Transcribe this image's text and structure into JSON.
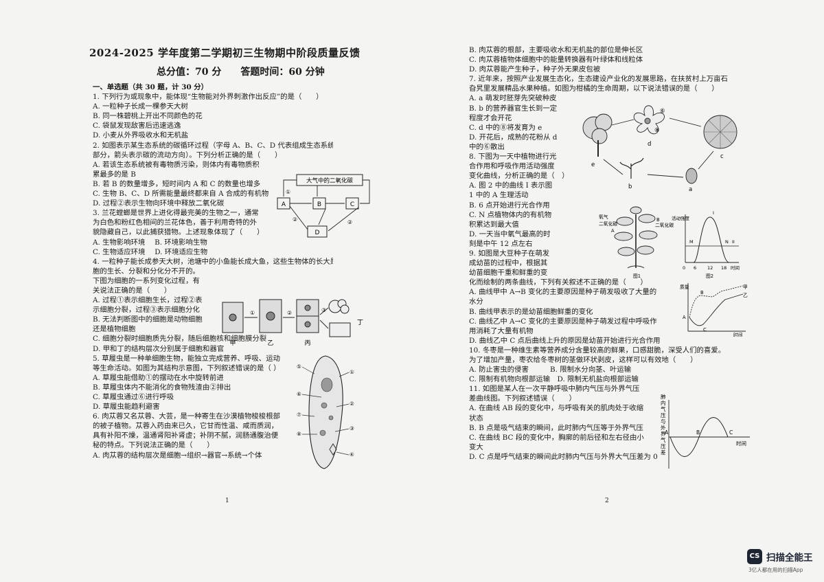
{
  "page1": {
    "title": "2024-2025 学年度第二学期初三生物期中阶段质量反馈",
    "subtitle": "总分值：70 分　　答题时间：60 分钟",
    "lines": [
      {
        "t": "一、单选题（共 30 题，计 30 分）",
        "s": 1
      },
      {
        "t": "1. 下列行为或现象中，能体现“生物能对外界刺激作出反应”的是（　　）"
      },
      {
        "t": "A. 一粒种子长成一棵参天大树"
      },
      {
        "t": "B. 同一株碧桃上开出不同颜色的花"
      },
      {
        "t": "C. 袋鼠发现敌害后迅速逃逸"
      },
      {
        "t": "D. 小麦从外界吸收水和无机盐"
      },
      {
        "t": "2. 如图表示某生态系统的碳循环过程（字母 A、B、C、D 代表组成生态系统的生物"
      },
      {
        "t": "部分，箭头表示碳的流动方向）。下列分析正确的是（　　）"
      },
      {
        "t": "A. 若该生态系统被有毒物质污染，则体内有毒物质积"
      },
      {
        "t": "累最多的是 B"
      },
      {
        "t": "B. 若 B 的数量增多，短时间内 A 和 C 的数量也增多"
      },
      {
        "t": "C. 生物 B、C、D 所需能量最终都来自 A 合成的有机物"
      },
      {
        "t": "D. 过程②表示生物向环境中释放二氧化碳"
      },
      {
        "t": "3. 兰花螳螂是世界上进化得最完美的生物之一，通常"
      },
      {
        "t": "为白色和粉红色相间的兰花体色，善于利用奇特的外"
      },
      {
        "t": "貌隐藏自己，以此捕获猎物。上述现象体现了（　　）"
      },
      {
        "t": "A. 生物影响环境　 B. 环境影响生物"
      },
      {
        "t": "C. 生物适应环境　 D. 环境适应生物"
      },
      {
        "t": "4. 一粒种子能长成参天大树，池塘中的小鱼能长成大鱼，这些生物体的长大是与细"
      },
      {
        "t": "胞的生长、分裂和分化分不开的。"
      },
      {
        "t": "下图为细胞的一系列变化过程，有"
      },
      {
        "t": "关说法正确的是（　　）"
      },
      {
        "t": "A. 过程①表示细胞生长，过程②表"
      },
      {
        "t": "示细胞分裂，过程③表示细胞分化"
      },
      {
        "t": "B. 无法判断图中的细胞是动物细胞"
      },
      {
        "t": "还是植物细胞"
      },
      {
        "t": "C. 细胞分裂时细胞质先分裂，随后细胞核和细胞膜分裂"
      },
      {
        "t": "D. 甲和丁的结构层次分别属于细胞和器官"
      },
      {
        "t": "5. 草履虫是一种单细胞生物，能独立完成营养、呼吸、运动"
      },
      {
        "t": "等生命活动。如图为其结构示意图，下列叙述错误的是（ ）"
      },
      {
        "t": "A. 草履虫能借助①的摆动在水中旋转前进"
      },
      {
        "t": "B. 草履虫体内不能消化的食物残渣由②排出"
      },
      {
        "t": "C. 草履虫通过⑥进行呼吸"
      },
      {
        "t": "D. 草履虫能趋利避害"
      },
      {
        "t": "6. 肉苁蓉又名苁蓉、大芸，是一种寄生在沙漠植物梭梭根部"
      },
      {
        "t": "的被子植物。苁蓉入药由来已久，它甘而性温、咸而质润，"
      },
      {
        "t": "具有补阳不燥，温通肾阳补肾虚；补阴不腻，润肠通腹治便"
      },
      {
        "t": "秘的特点。下列说法正确的是（　　）"
      },
      {
        "t": "A. 肉苁蓉的结构层次是细胞→组织→器官→系统→个体"
      }
    ],
    "page_number": "1"
  },
  "page2": {
    "lines": [
      {
        "t": "B. 肉苁蓉的根部，主要吸收水和无机盐的部位是伸长区"
      },
      {
        "t": "C. 肉苁蓉植物体细胞中的能量转换器有叶绿体和线粒体"
      },
      {
        "t": "D. 肉苁蓉能产生种子，种子外无果皮包被"
      },
      {
        "t": "7. 近年来，按照产业发展生态化，生态建设产业化的发展思路，在扶贫村上万亩石"
      },
      {
        "t": "旮旯里发展精品水果种植。如图为柑橘的生命周期，以下说法错误的是（　　）"
      },
      {
        "t": "A. a 萌发时胚芽先突破种皮"
      },
      {
        "t": "B. b 的营养器官生长到一定"
      },
      {
        "t": "程度才会开花"
      },
      {
        "t": "C. d 中的⑧将发育为 e"
      },
      {
        "t": "D. 开花后，成熟的花粉从 d"
      },
      {
        "t": "中的⑥散出"
      },
      {
        "t": "8. 下图为一天中植物进行光"
      },
      {
        "t": "合作用和呼吸作用活动强度"
      },
      {
        "t": "变化曲线，分析正确的是（　）"
      },
      {
        "t": "A. 图 2 中的曲线 I 表示图"
      },
      {
        "t": "1 中的 A 生理活动"
      },
      {
        "t": "B. 6 点开始进行光合作用"
      },
      {
        "t": "C. N 点植物体内的有机物"
      },
      {
        "t": "积累达到最大值"
      },
      {
        "t": "D. 一天当中氧气最高的时"
      },
      {
        "t": "刻是中午 12 点左右"
      },
      {
        "t": "9. 如图是大豆种子在萌发"
      },
      {
        "t": "成幼苗的过程中，根据其"
      },
      {
        "t": "幼苗细胞干重和鲜重的变"
      },
      {
        "t": "化而绘制的两条曲线，下列有关叙述不正确的是（　　）"
      },
      {
        "t": "A. 曲线甲中 A→B 变化的主要原因是种子萌发吸收了大量的"
      },
      {
        "t": "水分"
      },
      {
        "t": "B. 曲线甲表示的是幼苗细胞鲜重的变化"
      },
      {
        "t": "C. 曲线乙中 A→C 变化的主要原因是种子萌发过程中呼吸作"
      },
      {
        "t": "用消耗了大量有机物"
      },
      {
        "t": "D. 曲线乙中 C 点后曲线上升的原因是幼苗开始进行光合作用"
      },
      {
        "t": "10. 冬枣是一种维生素等营养成分含量较高的鲜果，口感甜脆，深受人们的喜爱。"
      },
      {
        "t": "为了增加产量，枣农给冬枣树的茎做环状剥皮，这样可以有效地（　　）"
      },
      {
        "t": "A. 防止害虫的侵害　　　B. 限制水分向茎、叶运输"
      },
      {
        "t": "C. 限制有机物向根部运输　D. 限制无机盐向根部运输"
      },
      {
        "t": "11. 如图是某人在一次平静呼吸中肺内气压与外界气压"
      },
      {
        "t": "差曲线图。下列叙述错误（　　）"
      },
      {
        "t": "A. 在曲线 AB 段的变化中，与呼吸有关的肌肉处于收缩"
      },
      {
        "t": "状态"
      },
      {
        "t": "B. B 点是吸气结束的瞬间，此时肺内气压等于外界气压"
      },
      {
        "t": "C. 在曲线 BC 段的变化中，胸廓的前后径和左右径由小"
      },
      {
        "t": "变大"
      },
      {
        "t": "D. C 点是呼气结束的瞬间此时肺内气压与外界大气压差为 0"
      }
    ],
    "page_number": "2"
  },
  "fig_carbon": {
    "box": "大气中的二氧化碳",
    "a": "A",
    "b": "B",
    "c": "C",
    "d": "D",
    "n1": "①",
    "n2": "②",
    "n3": "②"
  },
  "fig_cells": {
    "l1": "甲",
    "l2": "乙",
    "l3": "丙",
    "l4": "丁",
    "p1": "①",
    "p2": "②",
    "p3": "③"
  },
  "fig_paramecium": {
    "n1": "①",
    "n2": "②",
    "n3": "③",
    "n4": "④",
    "n5": "⑤",
    "n6": "⑥",
    "n7": "⑦",
    "n8": "⑧"
  },
  "fig_citrus": {
    "a": "a",
    "b": "b",
    "c": "c",
    "d": "d",
    "e": "e",
    "n6": "⑥",
    "n8": "⑧"
  },
  "fig_plant": {
    "o2": "氧气",
    "co2a": "二氧化碳",
    "co2b": "二氧化碳",
    "aa": "A",
    "bb": "B",
    "cap1": "图1",
    "cap2": "图2",
    "ylabel": "活动强度",
    "xlabel": "时间",
    "ticks": [
      "0",
      "6",
      "12",
      "18"
    ],
    "m": "M",
    "n": "N",
    "c1": "I",
    "c2": "II"
  },
  "fig_seed": {
    "ylabel": "质量",
    "xlabel": "时间",
    "jia": "甲",
    "yi": "乙",
    "a": "A",
    "b": "B",
    "c": "C"
  },
  "fig_breath": {
    "ylabel": "肺内气压与外界气压差",
    "xlabel": "时间",
    "a": "A",
    "b": "B",
    "c": "C"
  },
  "watermark": {
    "badge": "CS",
    "name": "扫描全能王",
    "tagline": "3亿人都在用的扫描App"
  },
  "colors": {
    "paper": "#f4f4f2",
    "ink": "#1a1a1a",
    "badge": "#1d2533"
  }
}
